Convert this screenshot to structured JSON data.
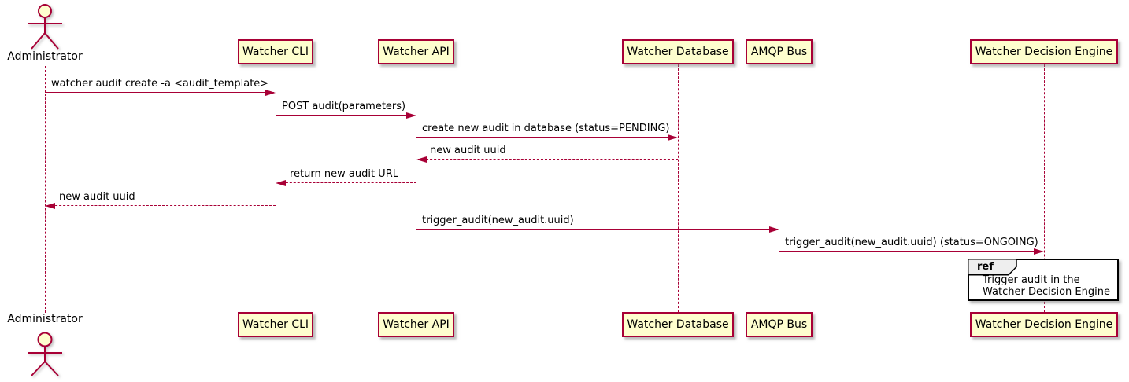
{
  "diagram": {
    "type": "uml-sequence-diagram",
    "colors": {
      "participant_fill": "#FEFECE",
      "participant_border": "#A80036",
      "line_color": "#A80036",
      "text_color": "#000000",
      "ref_fill": "#FFFFFF",
      "ref_tab_fill": "#EEEEEE",
      "ref_border": "#000000",
      "background": "#FFFFFF"
    },
    "actor": {
      "name": "Administrator",
      "icon": "stick-figure-actor-icon"
    },
    "participants": [
      {
        "name": "Watcher CLI"
      },
      {
        "name": "Watcher API"
      },
      {
        "name": "Watcher Database"
      },
      {
        "name": "AMQP Bus"
      },
      {
        "name": "Watcher Decision Engine"
      }
    ],
    "messages": [
      {
        "from": "Administrator",
        "to": "Watcher CLI",
        "style": "solid",
        "text": "watcher audit create -a <audit_template>"
      },
      {
        "from": "Watcher CLI",
        "to": "Watcher API",
        "style": "solid",
        "text": "POST audit(parameters)"
      },
      {
        "from": "Watcher API",
        "to": "Watcher Database",
        "style": "solid",
        "text": "create new audit in database (status=PENDING)"
      },
      {
        "from": "Watcher Database",
        "to": "Watcher API",
        "style": "dashed",
        "text": "new audit uuid"
      },
      {
        "from": "Watcher API",
        "to": "Watcher CLI",
        "style": "dashed",
        "text": "return new audit URL"
      },
      {
        "from": "Watcher CLI",
        "to": "Administrator",
        "style": "dashed",
        "text": "new audit uuid"
      },
      {
        "from": "Watcher API",
        "to": "AMQP Bus",
        "style": "solid",
        "text": "trigger_audit(new_audit.uuid)"
      },
      {
        "from": "AMQP Bus",
        "to": "Watcher Decision Engine",
        "style": "solid",
        "text": "trigger_audit(new_audit.uuid) (status=ONGOING)"
      }
    ],
    "ref": {
      "label": "ref",
      "lines": [
        "Trigger audit in the",
        "Watcher Decision Engine"
      ]
    }
  }
}
